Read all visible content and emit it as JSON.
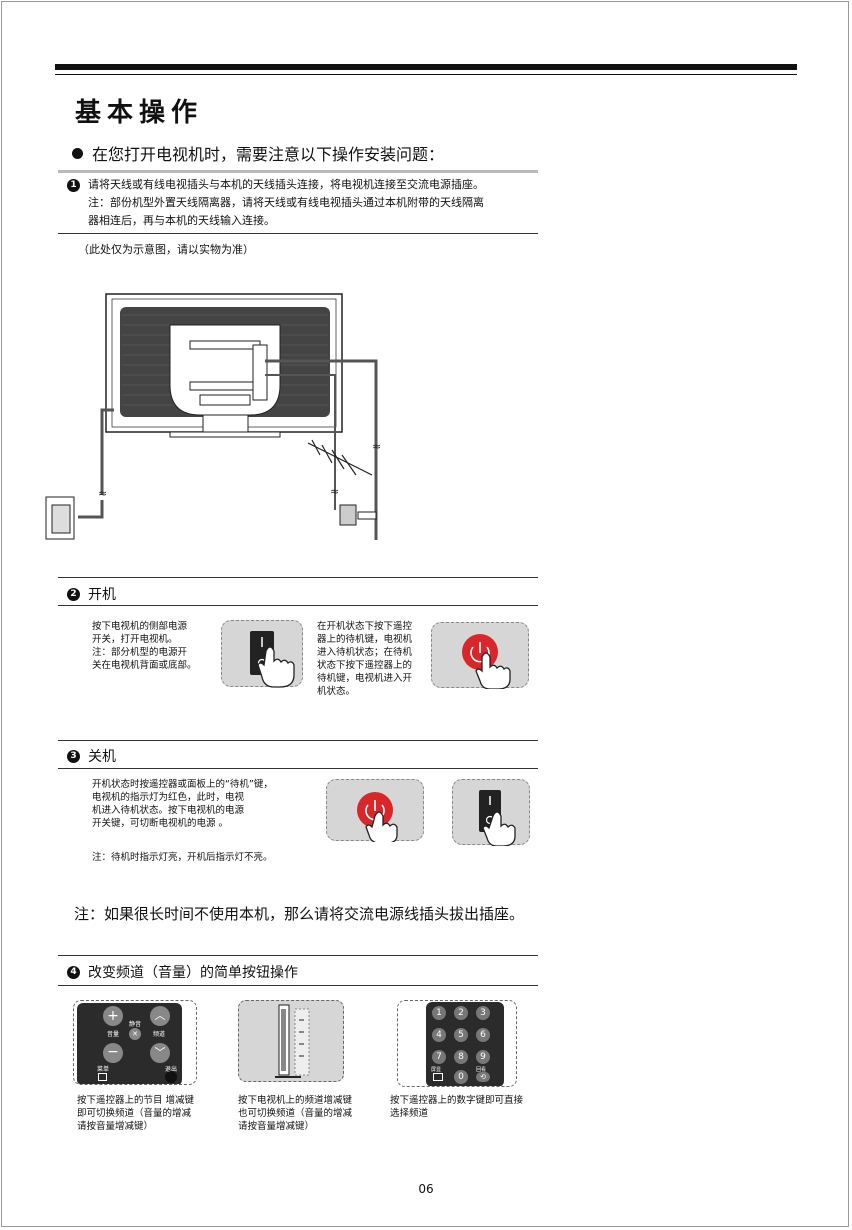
{
  "page": {
    "title": "基本操作",
    "intro": "在您打开电视机时，需要注意以下操作安装问题：",
    "page_number": "06"
  },
  "step1": {
    "number": "1",
    "line1": "请将天线或有线电视插头与本机的天线插头连接，将电视机连接至交流电源插座。",
    "line2": "注：部份机型外置天线隔离器，请将天线或有线电视插头通过本机附带的天线隔离",
    "line3": "器相连后，再与本机的天线输入连接。",
    "diagram_note": "（此处仅为示意图，请以实物为准）"
  },
  "step2": {
    "number": "2",
    "heading": "开机",
    "left_text": [
      "按下电视机的侧部电源",
      "开关，打开电视机。",
      "注：部分机型的电源开",
      "关在电视机背面或底部。"
    ],
    "right_text": [
      "在开机状态下按下遥控",
      "器上的待机键，电视机",
      "进入待机状态；在待机",
      "状态下按下遥控器上的",
      "待机键，电视机进入开",
      "机状态。"
    ]
  },
  "step3": {
    "number": "3",
    "heading": "关机",
    "text": [
      "开机状态时按遥控器或面板上的“待机”键，",
      "电视机的指示灯为红色，此时，电视",
      "机进入待机状态。按下电视机的电源",
      "开关键，可切断电视机的电源 。"
    ],
    "note": "注：待机时指示灯亮，开机后指示灯不亮。"
  },
  "global_note": "注：如果很长时间不使用本机，那么请将交流电源线插头拔出插座。",
  "step4": {
    "number": "4",
    "heading": "改变频道（音量）的简单按钮操作",
    "remote_labels": {
      "volume": "音量",
      "mute": "静音",
      "channel": "频道",
      "menu": "菜单",
      "exit": "退出"
    },
    "keypad": [
      "1",
      "2",
      "3",
      "4",
      "5",
      "6",
      "7",
      "8",
      "9",
      "0"
    ],
    "keypad_labels": {
      "left": "屏显",
      "right": "回看"
    },
    "captions": [
      [
        "按下遥控器上的节目 增减键",
        "即可切换频道（音量的增减",
        "请按音量增减键）"
      ],
      [
        "按下电视机上的频道增减键",
        "也可切换频道（音量的增减",
        "请按音量增减键）"
      ],
      [
        "按下遥控器上的数字键即可直接",
        "选择频道"
      ]
    ]
  },
  "colors": {
    "power_red": "#d8262a",
    "panel_gray": "#d6d6d6",
    "ink": "#111111"
  }
}
